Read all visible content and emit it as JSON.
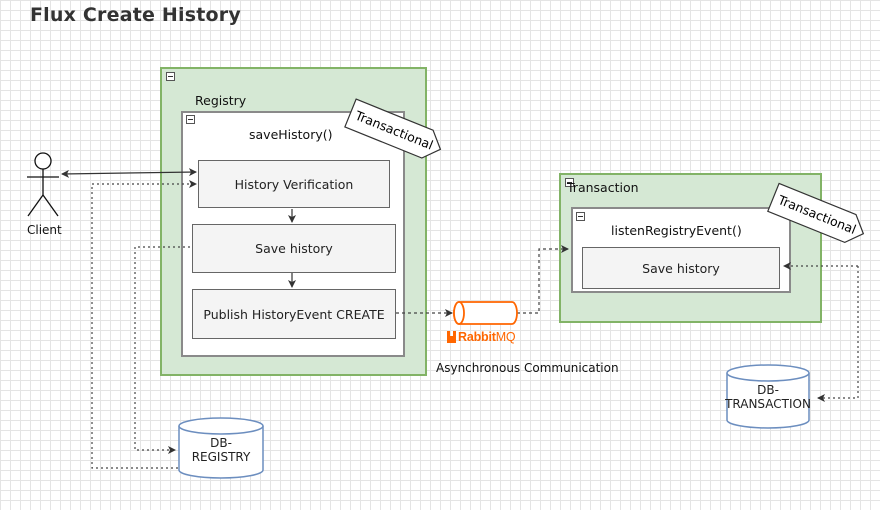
{
  "diagram": {
    "title": "Flux Create History",
    "client": {
      "label": "Client"
    },
    "registry": {
      "label": "Registry",
      "method": "saveHistory()",
      "tag": "Transactional",
      "steps": [
        "History Verification",
        "Save history",
        "Publish HistoryEvent CREATE"
      ]
    },
    "queue": {
      "brand": "RabbitMQ",
      "brand_accent": "Rabbit",
      "brand_rest": "MQ",
      "caption": "Asynchronous Communication",
      "brand_color": "#f60"
    },
    "transaction": {
      "label": "Transaction",
      "method": "listenRegistryEvent()",
      "tag": "Transactional",
      "steps": [
        "Save history"
      ]
    },
    "databases": {
      "registry": {
        "line1": "DB-",
        "line2": "REGISTRY"
      },
      "transaction": {
        "line1": "DB-",
        "line2": "TRANSACTION"
      }
    },
    "colors": {
      "container_fill": "#d5e8d4",
      "container_border": "#82b366",
      "db_stroke": "#6c8ebf",
      "arrow": "#333333"
    },
    "icons": [
      "stick-figure-icon",
      "collapse-icon",
      "cylinder-icon",
      "queue-icon"
    ]
  }
}
